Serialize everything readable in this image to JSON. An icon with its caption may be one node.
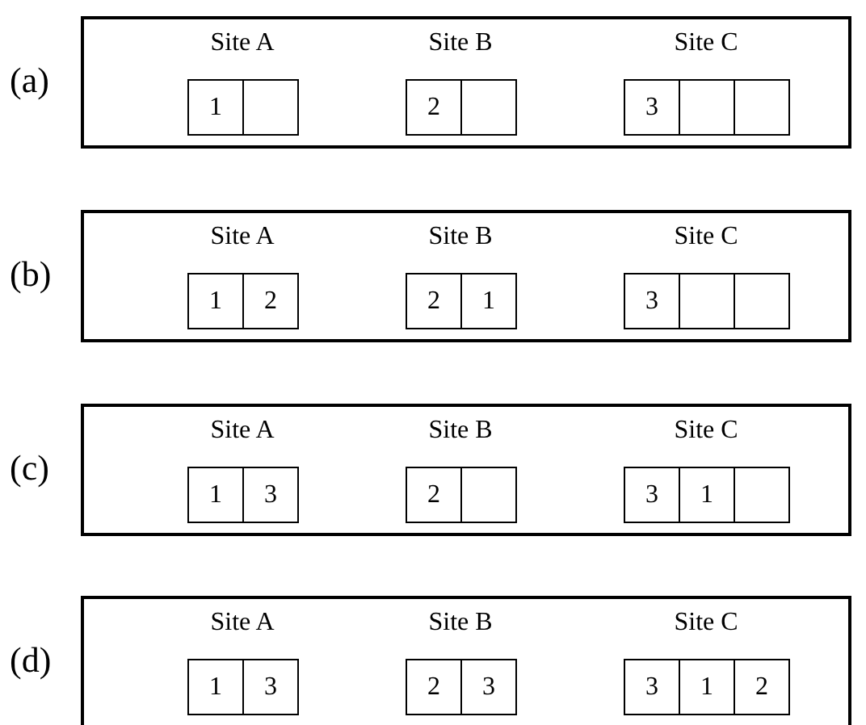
{
  "diagram": {
    "nodes": [
      {
        "text": [
          "(a)"
        ]
      },
      {
        "text": [
          "1"
        ],
        "in": 0
      },
      {
        "text": [],
        "shape": "box",
        "in": 0
      },
      {
        "text": [
          "2"
        ],
        "in": 0
      },
      {
        "text": [],
        "shape": "box",
        "in": 0
      },
      {
        "text": [
          "3"
        ],
        "in": 0
      },
      {
        "text": [],
        "shape": "box",
        "in": 0
      },
      {
        "text": [],
        "shape": "box",
        "in": 0
      },
      {
        "text": [
          "(b)"
        ]
      },
      {
        "text": [
          "1"
        ],
        "in": 8
      },
      {
        "text": [
          "2"
        ],
        "in": 8
      },
      {
        "text": [
          "2"
        ],
        "in": 8
      },
      {
        "text": [
          "1"
        ],
        "in": 8
      },
      {
        "text": [
          "3"
        ],
        "in": 8
      },
      {
        "text": [],
        "shape": "box",
        "in": 8
      },
      {
        "text": [],
        "shape": "box",
        "in": 8
      },
      {
        "text": [
          "(c)"
        ]
      },
      {
        "text": [
          "1"
        ],
        "in": 16
      },
      {
        "text": [
          "3"
        ],
        "in": 16
      },
      {
        "text": [
          "2"
        ],
        "in": 16
      },
      {
        "text": [],
        "shape": "box",
        "in": 16
      },
      {
        "text": [
          "3"
        ],
        "in": 16
      },
      {
        "text": [
          "1"
        ],
        "in": 16
      },
      {
        "text": [],
        "shape": "box",
        "in": 16
      },
      {
        "text": [
          "(d)"
        ]
      },
      {
        "text": [
          "1"
        ],
        "in": 24
      },
      {
        "text": [
          "3"
        ],
        "in": 24
      },
      {
        "text": [
          "2"
        ],
        "in": 24
      },
      {
        "text": [
          "3"
        ],
        "in": 24
      },
      {
        "text": [
          "3"
        ],
        "in": 24
      },
      {
        "text": [
          "1"
        ],
        "in": 24
      },
      {
        "text": [
          "2"
        ],
        "in": 24
      }
    ],
    "labels": [
      "Site A",
      "Site B",
      "Site C",
      "Site A",
      "Site B",
      "Site C",
      "Site A",
      "Site B",
      "Site C",
      "Site A",
      "Site B",
      "Site C"
    ]
  }
}
